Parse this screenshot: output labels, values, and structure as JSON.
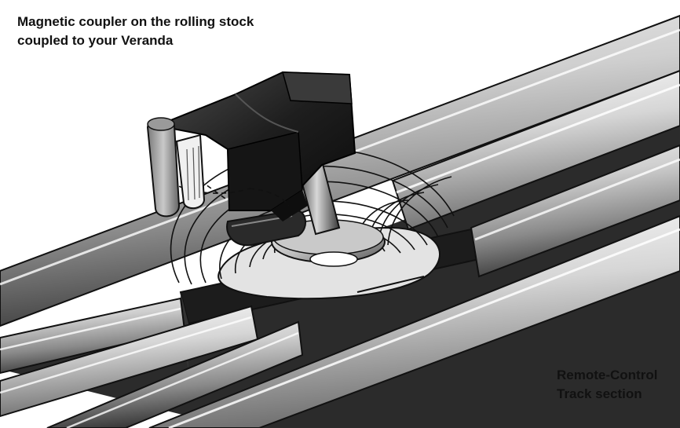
{
  "labels": {
    "coupler": {
      "line1": "Magnetic coupler on the rolling stock",
      "line2": "coupled to your Veranda"
    },
    "track": {
      "line1": "Remote-Control",
      "line2": "Track section"
    }
  },
  "colors": {
    "background": "#ffffff",
    "outline": "#111111",
    "rail_dark": "#2b2b2b",
    "rail_light": "#d9d9d9",
    "coupler_body": "#1c1c1c",
    "magnet_plate": "#e3e3e3"
  }
}
